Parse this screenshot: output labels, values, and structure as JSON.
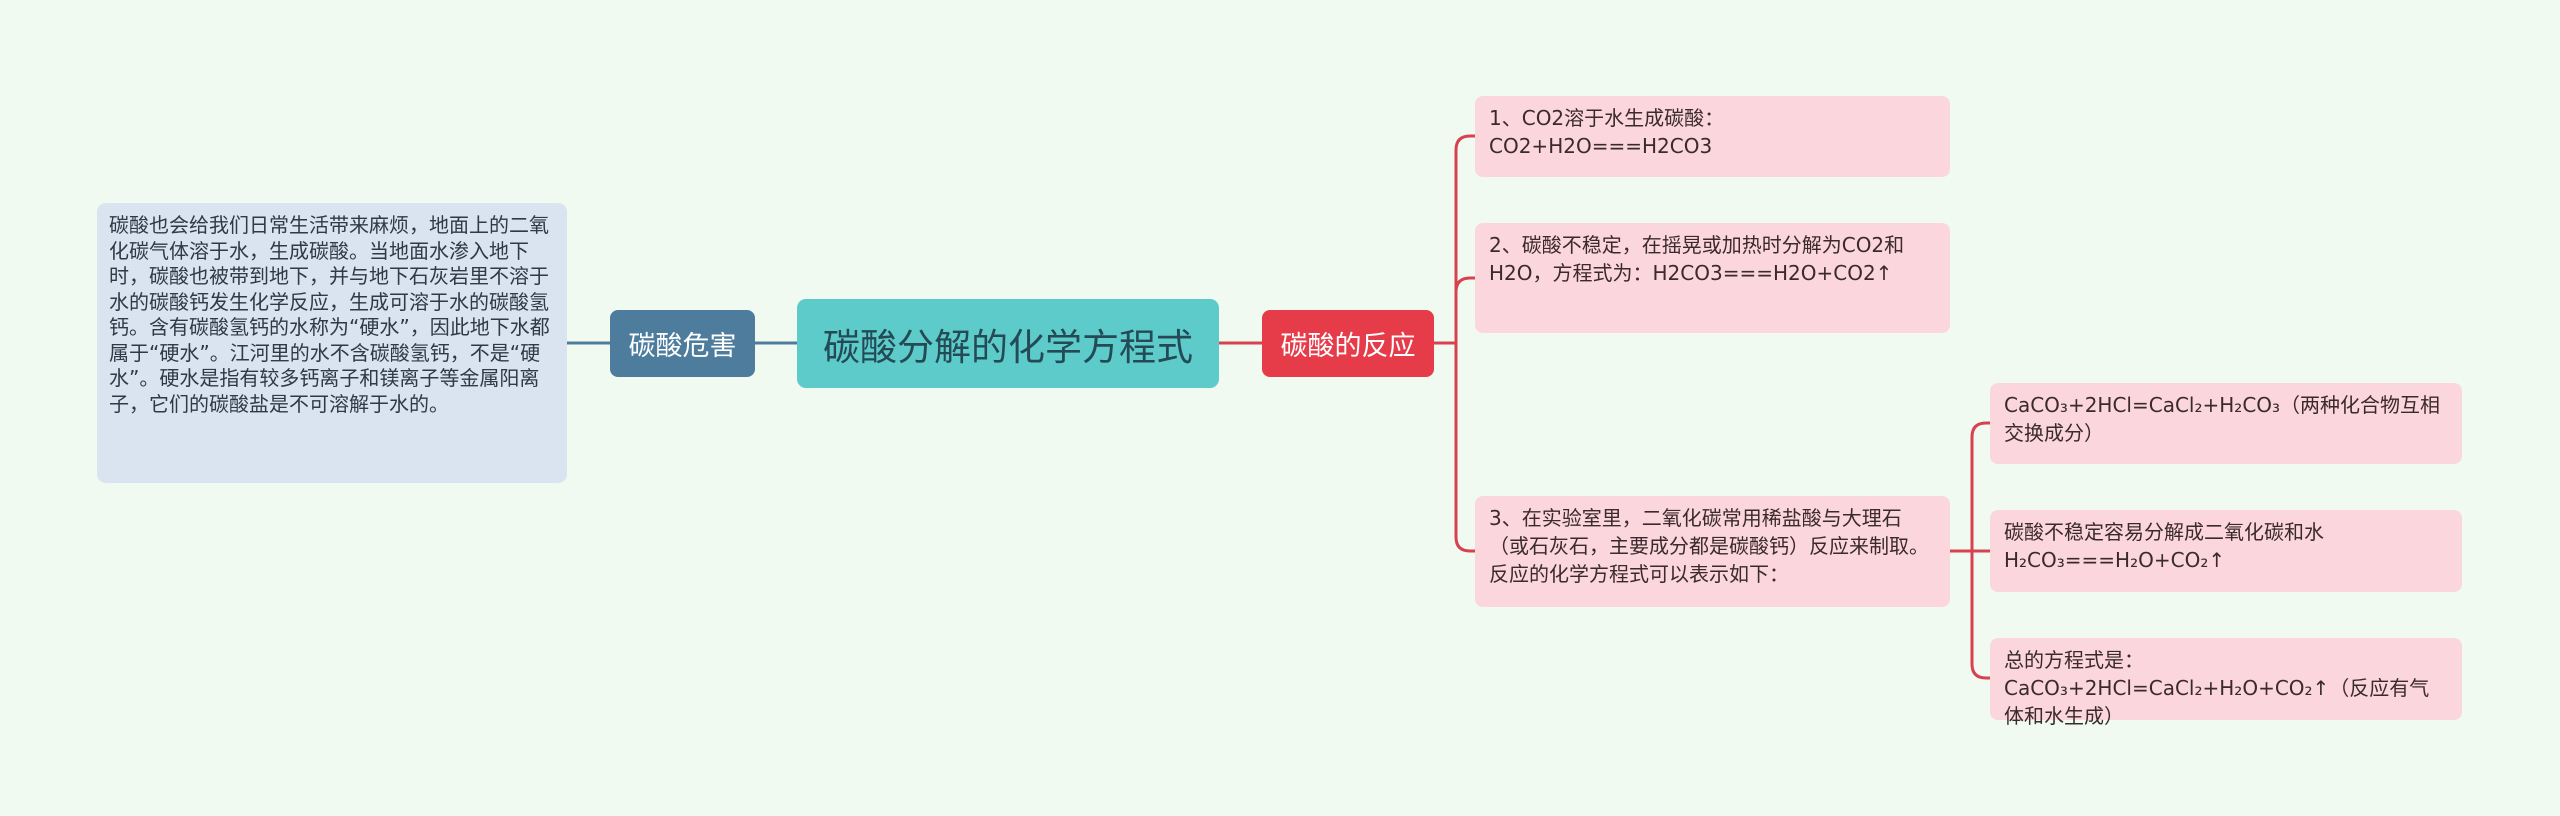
{
  "root": {
    "label": "碳酸分解的化学方程式"
  },
  "left_branch": {
    "label": "碳酸危害",
    "leaf": "碳酸也会给我们日常生活带来麻烦，地面上的二氧化碳气体溶于水，生成碳酸。当地面水渗入地下时，碳酸也被带到地下，并与地下石灰岩里不溶于水的碳酸钙发生化学反应，生成可溶于水的碳酸氢钙。含有碳酸氢钙的水称为“硬水”，因此地下水都属于“硬水”。江河里的水不含碳酸氢钙，不是“硬水”。硬水是指有较多钙离子和镁离子等金属阳离子，它们的碳酸盐是不可溶解于水的。"
  },
  "right_branch": {
    "label": "碳酸的反应",
    "leaves": [
      "1、CO2溶于水生成碳酸：CO2+H2O===H2CO3",
      "2、碳酸不稳定，在摇晃或加热时分解为CO2和H2O，方程式为：H2CO3===H2O+CO2↑",
      "3、在实验室里，二氧化碳常用稀盐酸与大理石（或石灰石，主要成分都是碳酸钙）反应来制取。反应的化学方程式可以表示如下："
    ],
    "sub_leaves": [
      "CaCO₃+2HCl=CaCl₂+H₂CO₃（两种化合物互相交换成分）",
      "碳酸不稳定容易分解成二氧化碳和水 H₂CO₃===H₂O+CO₂↑",
      "总的方程式是：CaCO₃+2HCl=CaCl₂+H₂O+CO₂↑（反应有气体和水生成）"
    ]
  },
  "colors": {
    "background": "#f1faf0",
    "root": "#5ecbcb",
    "left_branch": "#4d7c9c",
    "left_leaf": "#dae3f0",
    "right_branch": "#e63c49",
    "right_leaf": "#fbd6dc"
  }
}
